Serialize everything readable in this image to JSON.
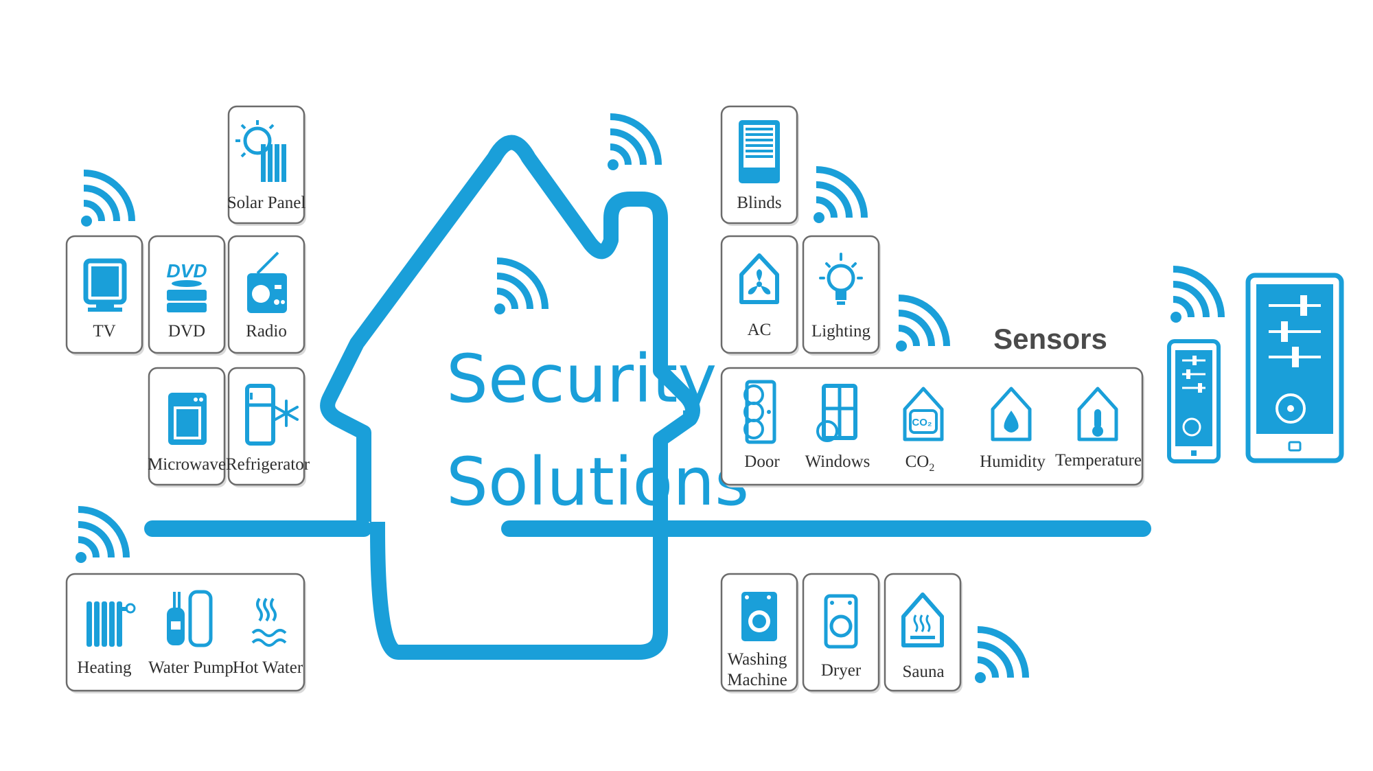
{
  "title_line1": "Security",
  "title_line2": "Solutions",
  "sensors_heading": "Sensors",
  "colors": {
    "accent": "#1a9fd9",
    "tile_border": "#6b6b6b",
    "text": "#2f2f2f"
  },
  "devices": {
    "solar_panel": "Solar Panel",
    "tv": "TV",
    "dvd": "DVD",
    "radio": "Radio",
    "microwave": "Microwave",
    "refrigerator": "Refrigerator",
    "heating": "Heating",
    "water_pump": "Water Pump",
    "hot_water": "Hot Water",
    "blinds": "Blinds",
    "ac": "AC",
    "lighting": "Lighting",
    "washing_machine_1": "Washing",
    "washing_machine_2": "Machine",
    "dryer": "Dryer",
    "sauna": "Sauna"
  },
  "sensors": {
    "door": "Door",
    "windows": "Windows",
    "co2": "CO",
    "co2_sub": "2",
    "humidity": "Humidity",
    "temperature": "Temperature"
  },
  "icons": [
    "wifi-icon",
    "tv-icon",
    "dvd-icon",
    "radio-icon",
    "microwave-icon",
    "refrigerator-icon",
    "solar-panel-icon",
    "heating-icon",
    "water-pump-icon",
    "hot-water-icon",
    "blinds-icon",
    "ac-icon",
    "lighting-icon",
    "door-sensor-icon",
    "windows-sensor-icon",
    "co2-sensor-icon",
    "humidity-sensor-icon",
    "temperature-sensor-icon",
    "washing-machine-icon",
    "dryer-icon",
    "sauna-icon",
    "phone-icon",
    "tablet-icon"
  ]
}
